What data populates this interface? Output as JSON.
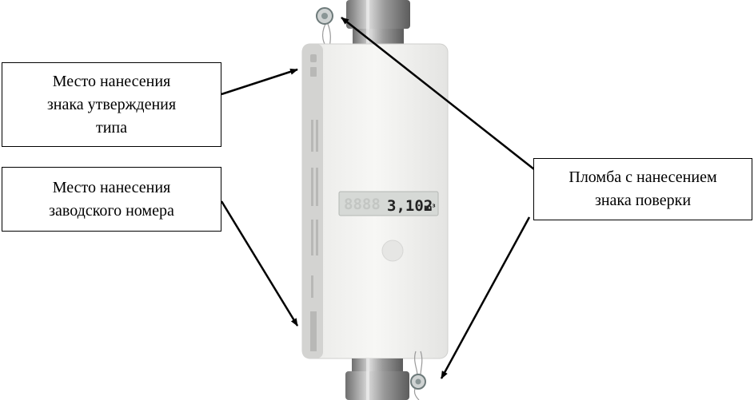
{
  "callouts": {
    "type_approval": "Место нанесения\nзнака утверждения\nтипа",
    "serial_number": "Место нанесения\nзаводского номера",
    "verification_seal": "Пломба с нанесением\nзнака поверки"
  },
  "meter_display": {
    "reading": "3,102",
    "unit": "m³"
  },
  "colors": {
    "body": "#f2f2f0",
    "side_strip": "#d3d3d1",
    "metal": "#a8a8a8",
    "lcd": "#d6d9d6",
    "arrow": "#000000"
  }
}
